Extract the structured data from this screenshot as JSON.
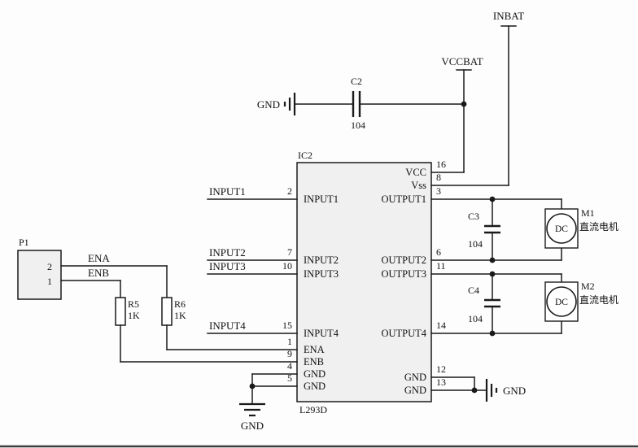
{
  "power": {
    "inbat": "INBAT",
    "vccbat": "VCCBAT",
    "gnd_left": "GND",
    "gnd_bottom": "GND",
    "gnd_right": "GND"
  },
  "capacitors": {
    "c2": {
      "ref": "C2",
      "value": "104"
    },
    "c3": {
      "ref": "C3",
      "value": "104"
    },
    "c4": {
      "ref": "C4",
      "value": "104"
    }
  },
  "ic": {
    "ref": "IC2",
    "part": "L293D",
    "pins_left": [
      {
        "num": "2",
        "name": "INPUT1"
      },
      {
        "num": "7",
        "name": "INPUT2"
      },
      {
        "num": "10",
        "name": "INPUT3"
      },
      {
        "num": "15",
        "name": "INPUT4"
      },
      {
        "num": "1",
        "name": "ENA"
      },
      {
        "num": "9",
        "name": "ENB"
      },
      {
        "num": "4",
        "name": "GND"
      },
      {
        "num": "5",
        "name": "GND"
      }
    ],
    "pins_right": [
      {
        "num": "16",
        "name": "VCC"
      },
      {
        "num": "8",
        "name": "Vss"
      },
      {
        "num": "3",
        "name": "OUTPUT1"
      },
      {
        "num": "6",
        "name": "OUTPUT2"
      },
      {
        "num": "11",
        "name": "OUTPUT3"
      },
      {
        "num": "14",
        "name": "OUTPUT4"
      },
      {
        "num": "12",
        "name": "GND"
      },
      {
        "num": "13",
        "name": "GND"
      }
    ]
  },
  "nets_left": [
    "INPUT1",
    "INPUT2",
    "INPUT3",
    "INPUT4"
  ],
  "connector": {
    "ref": "P1",
    "pins": [
      "2",
      "1"
    ]
  },
  "signals": {
    "ena": "ENA",
    "enb": "ENB"
  },
  "resistors": {
    "r5": {
      "ref": "R5",
      "value": "1K"
    },
    "r6": {
      "ref": "R6",
      "value": "1K"
    }
  },
  "motors": {
    "m1": {
      "ref": "M1",
      "name": "直流电机",
      "core": "DC"
    },
    "m2": {
      "ref": "M2",
      "name": "直流电机",
      "core": "DC"
    }
  },
  "colors": {
    "wire": "#1a1a1a",
    "component_fill": "#f0f0f0",
    "background": "#fdfdfd"
  }
}
